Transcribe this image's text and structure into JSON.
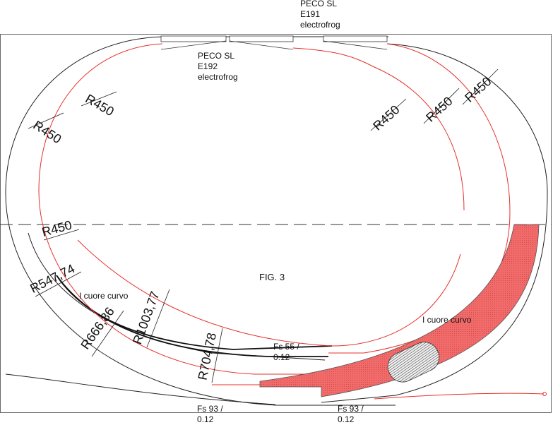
{
  "figure_label": "FIG. 3",
  "turnouts": [
    {
      "name": "PECO SL",
      "code": "E191",
      "type": "electrofrog"
    },
    {
      "name": "PECO SL",
      "code": "E192",
      "type": "electrofrog"
    }
  ],
  "radius_labels": [
    "R450",
    "R450",
    "R450",
    "R450",
    "R450",
    "R450",
    "R547,74",
    "R666,86",
    "R1003,77",
    "R704,78"
  ],
  "curved_frog_label": "I cuore curvo",
  "switch_labels": [
    {
      "line1": "Fs 55 /",
      "line2": "0.12"
    },
    {
      "line1": "Fs 93 /",
      "line2": "0.12"
    },
    {
      "line1": "Fs 93 /",
      "line2": "0.12"
    }
  ],
  "colors": {
    "track_main": "#222222",
    "track_secondary": "#e5302b",
    "hatched_area": "#f07070",
    "platform": "#d8d8d8"
  }
}
